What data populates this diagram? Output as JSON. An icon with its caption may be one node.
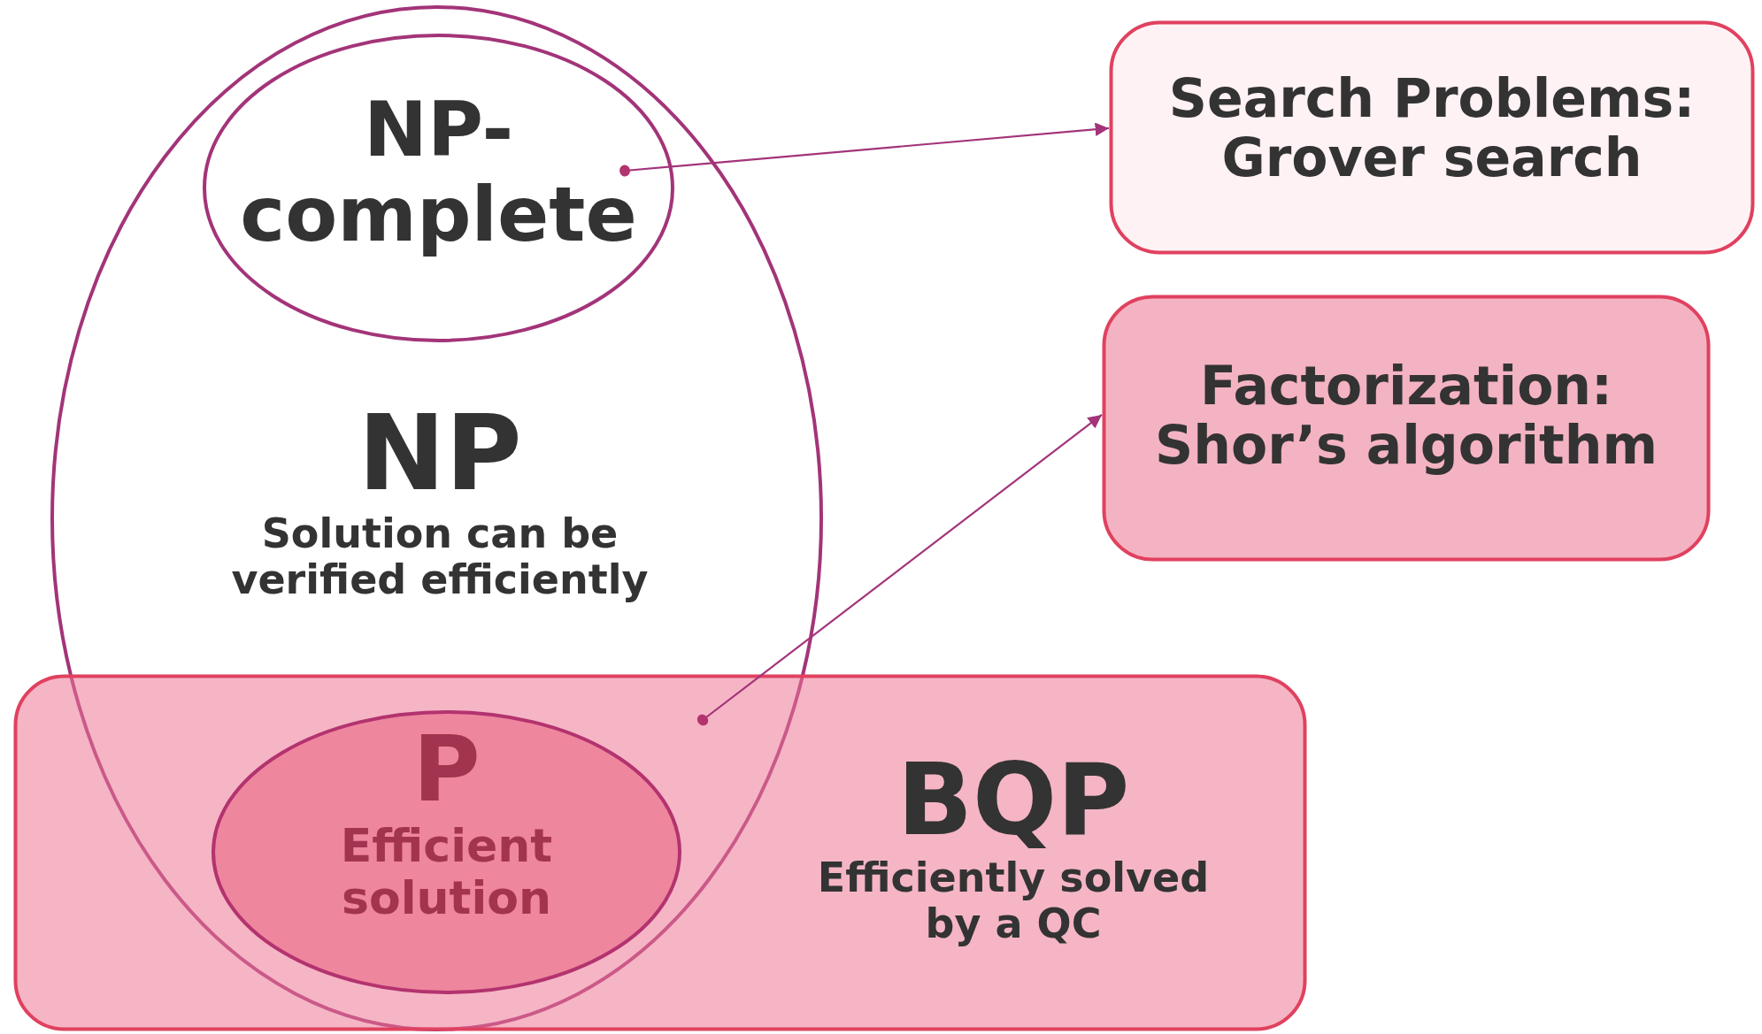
{
  "diagram": {
    "nodes": [
      {
        "text": [
          "NP",
          "Solution can be verified efficiently"
        ]
      },
      {
        "text": [
          "NP-complete"
        ],
        "in": 0
      },
      {
        "text": [
          "BQP",
          "Efficiently solved by a QC"
        ]
      },
      {
        "text": [
          "P",
          "Efficient solution"
        ]
      },
      {
        "text": [
          "Search Problems: Grover search"
        ]
      },
      {
        "text": [
          "Factorization: Shor’s algorithm"
        ]
      }
    ],
    "edges": [
      {
        "from": 1,
        "to": 4,
        "arrow": "to"
      },
      {
        "from": 2,
        "to": 5,
        "arrow": "to"
      }
    ]
  }
}
